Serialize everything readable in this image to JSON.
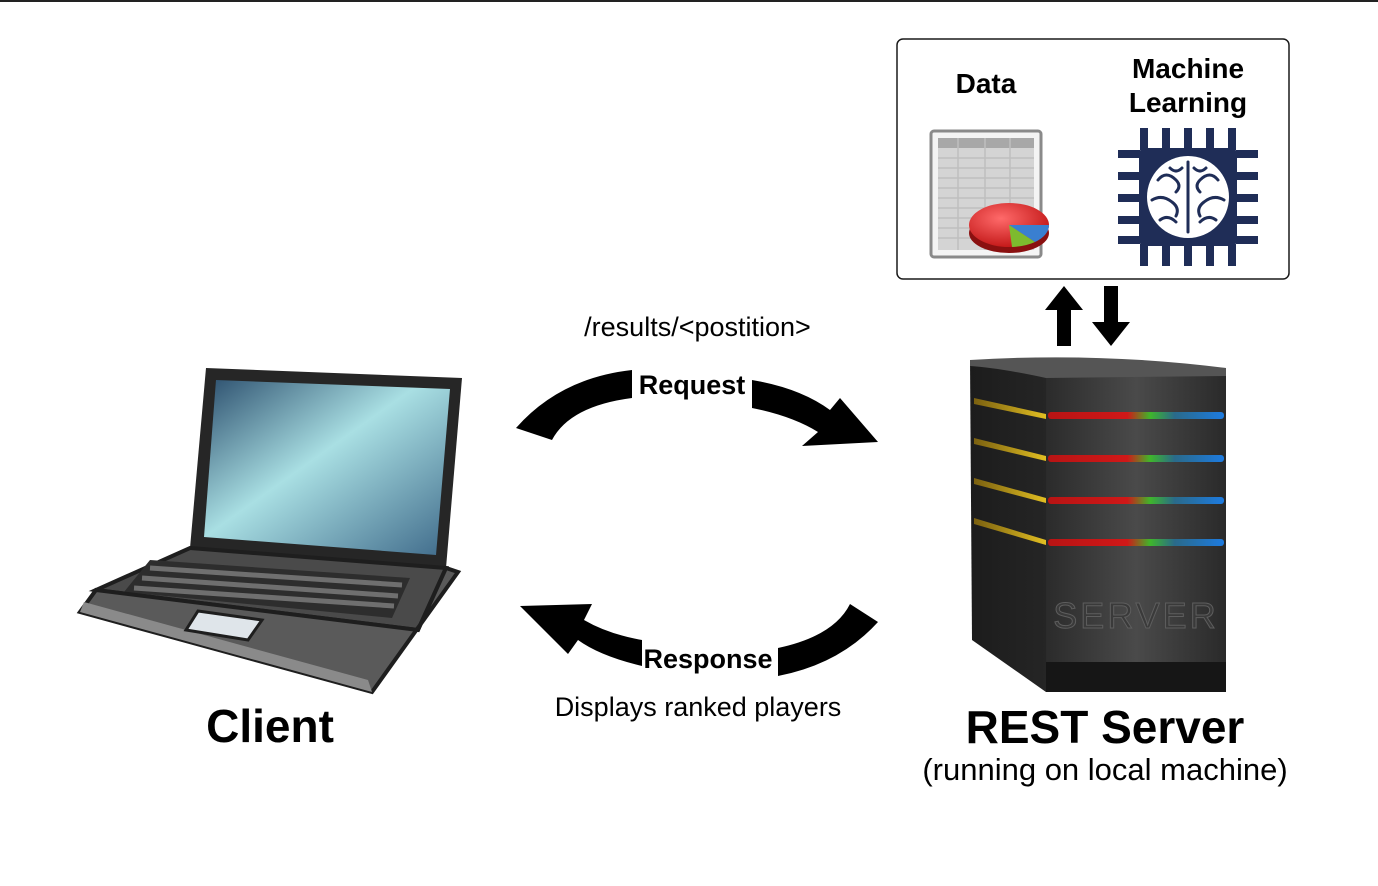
{
  "panel": {
    "data_label": "Data",
    "ml_label": "Machine Learning"
  },
  "request": {
    "path": "/results/<postition>",
    "label": "Request"
  },
  "response": {
    "label": "Response",
    "description": "Displays ranked players"
  },
  "client": {
    "label": "Client"
  },
  "server": {
    "label": "REST Server",
    "sublabel": "(running on local machine)",
    "engraving": "SERVER"
  },
  "icons": [
    "spreadsheet-chart-icon",
    "ai-brain-chip-icon",
    "laptop-icon",
    "server-tower-icon",
    "up-arrow-icon",
    "down-arrow-icon"
  ],
  "colors": {
    "chip": "#1f2d57",
    "pie_red": "#d81e1e",
    "pie_green": "#7dbb2e",
    "pie_blue": "#3a7fd0",
    "led_yellow": "#d9b21a",
    "led_red": "#d01818",
    "led_green": "#3fb62b",
    "led_blue": "#1d7be0",
    "screen_light": "#a9dfe3",
    "screen_dark": "#3f6a8a"
  }
}
